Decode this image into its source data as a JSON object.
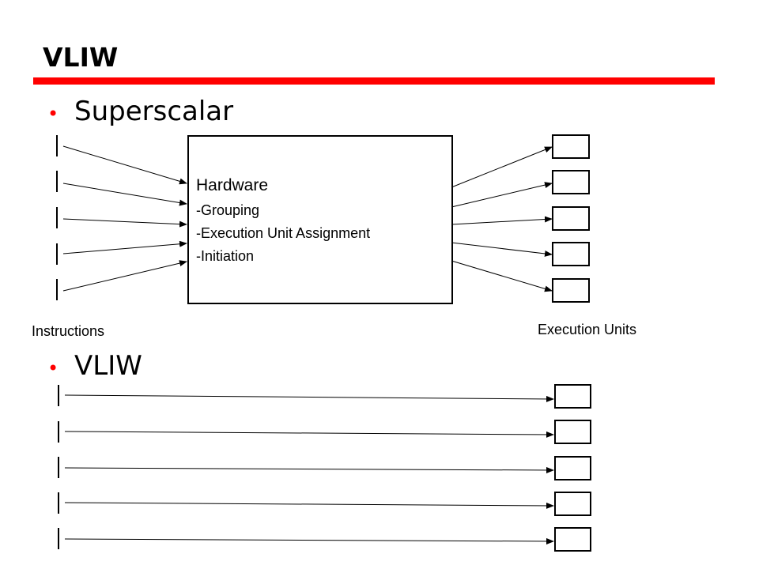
{
  "title": "VLIW",
  "accent_color": "#ff0000",
  "bullets": [
    {
      "marker": "•",
      "label": "Superscalar"
    },
    {
      "marker": "•",
      "label": "VLIW"
    }
  ],
  "hardware": {
    "title": "Hardware",
    "items": [
      "-Grouping",
      "-Execution Unit Assignment",
      "-Initiation"
    ]
  },
  "captions": {
    "instructions": "Instructions",
    "execution_units": "Execution Units"
  }
}
